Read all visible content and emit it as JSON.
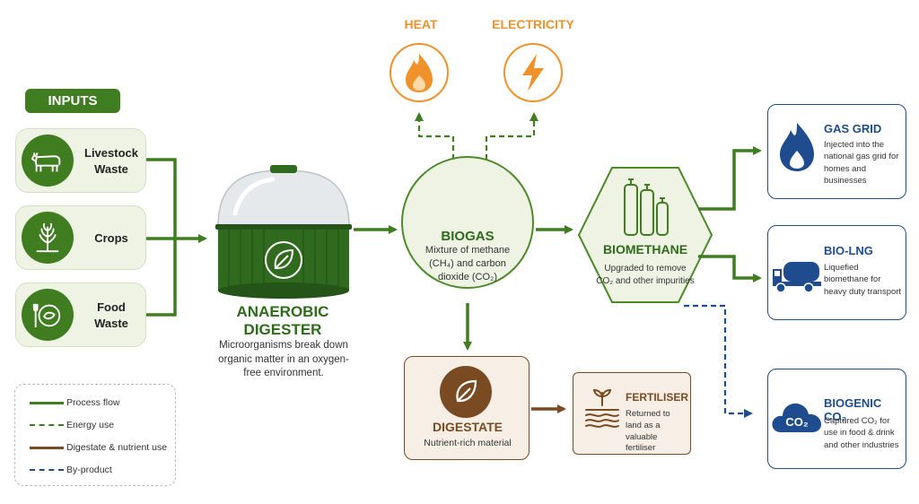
{
  "inputs": {
    "header": "INPUTS",
    "items": [
      {
        "label": "Livestock\nWaste",
        "icon": "cow-icon"
      },
      {
        "label": "Crops",
        "icon": "wheat-icon"
      },
      {
        "label": "Food\nWaste",
        "icon": "plate-icon"
      }
    ]
  },
  "digester": {
    "title": "ANAEROBIC\nDIGESTER",
    "description": "Microorganisms break down organic matter in an oxygen-free environment.",
    "icon": "leaf-icon"
  },
  "biogas": {
    "title": "BIOGAS",
    "description": "Mixture of methane (CH₄) and carbon dioxide (CO₂)",
    "icon": "flame-drop-icon"
  },
  "energy": [
    {
      "label": "HEAT",
      "icon": "flame-icon"
    },
    {
      "label": "ELECTRICITY",
      "icon": "lightning-icon"
    }
  ],
  "biomethane": {
    "title": "BIOMETHANE",
    "description": "Upgraded to remove CO₂ and other impurities",
    "icon": "gas-cylinders-icon"
  },
  "digestate": {
    "title": "DIGESTATE",
    "description": "Nutrient-rich material",
    "icon": "leaf-icon"
  },
  "fertiliser": {
    "title": "FERTILISER",
    "description": "Returned to land as a valuable fertiliser",
    "icon": "sprout-soil-icon"
  },
  "outputs": [
    {
      "title": "GAS GRID",
      "description": "Injected into the national gas grid for homes and businesses",
      "icon": "gas-flame-icon"
    },
    {
      "title": "BIO-LNG",
      "description": "Liquefied biomethane for heavy duty transport",
      "icon": "truck-icon"
    },
    {
      "title": "BIOGENIC CO₂",
      "description": "Captured CO₂ for use in food & drink and other industries",
      "icon": "cloud-co2-icon",
      "icon_text": "CO₂"
    }
  ],
  "legend": [
    {
      "label": "Process flow",
      "style": "solid",
      "color": "#3f7d20"
    },
    {
      "label": "Energy use",
      "style": "dashed",
      "color": "#3f7d20"
    },
    {
      "label": "Digestate & nutrient use",
      "style": "solid",
      "color": "#7a4a22"
    },
    {
      "label": "By-product",
      "style": "dashed",
      "color": "#1e4c8f"
    }
  ],
  "colors": {
    "process_green": "#3f7d20",
    "energy_orange": "#f0922b",
    "digestate_brown": "#7a4a22",
    "byproduct_blue": "#1e4c8f"
  }
}
